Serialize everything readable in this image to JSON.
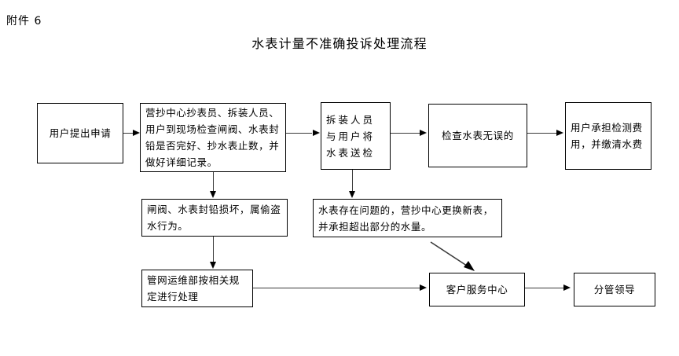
{
  "document": {
    "attachment_label": "附件 6",
    "title": "水表计量不准确投诉处理流程"
  },
  "flowchart": {
    "type": "process-flow",
    "nodes": [
      {
        "id": "n1",
        "label": "用户提出申请"
      },
      {
        "id": "n2",
        "label": "营抄中心抄表员、拆装人员、用户到现场检查闸阀、水表封铅是否完好、抄水表止数，并做好详细记录。"
      },
      {
        "id": "n3",
        "label": "拆装人员与用户将水表送检"
      },
      {
        "id": "n4",
        "label": "检查水表无误的"
      },
      {
        "id": "n5",
        "label": "用户承担检测费用，并缴清水费"
      },
      {
        "id": "n6",
        "label": "闸阀、水表封铅损坏，属偷盗水行为。"
      },
      {
        "id": "n7",
        "label": "水表存在问题的，营抄中心更换新表，并承担超出部分的水量。"
      },
      {
        "id": "n8",
        "label": "管网运维部按相关规定进行处理"
      },
      {
        "id": "n9",
        "label": "客户服务中心"
      },
      {
        "id": "n10",
        "label": "分管领导"
      }
    ],
    "edges": [
      {
        "from": "n1",
        "to": "n2",
        "direction": "right"
      },
      {
        "from": "n2",
        "to": "n3",
        "direction": "right"
      },
      {
        "from": "n3",
        "to": "n4",
        "direction": "right"
      },
      {
        "from": "n4",
        "to": "n5",
        "direction": "right"
      },
      {
        "from": "n2",
        "to": "n6",
        "direction": "down"
      },
      {
        "from": "n3",
        "to": "n7",
        "direction": "down"
      },
      {
        "from": "n6",
        "to": "n8",
        "direction": "down"
      },
      {
        "from": "n8",
        "to": "n9",
        "direction": "right"
      },
      {
        "from": "n7",
        "to": "n9",
        "direction": "diagonal-down-right"
      },
      {
        "from": "n9",
        "to": "n10",
        "direction": "right"
      }
    ],
    "colors": {
      "background": "#ffffff",
      "node_border": "#000000",
      "node_fill": "#ffffff",
      "text": "#000000",
      "connector": "#3a3a3a"
    }
  }
}
